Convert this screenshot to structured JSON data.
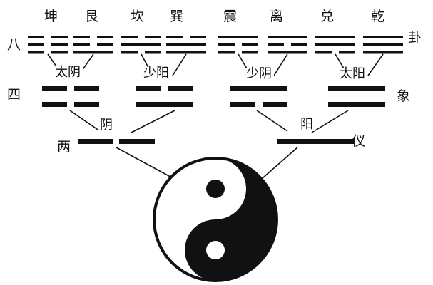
{
  "rows": {
    "bagua_left": "八",
    "bagua_right": "卦",
    "sixiang_left": "四",
    "sixiang_right": "象",
    "liangyi_left": "两",
    "liangyi_right": "仪"
  },
  "bagua": {
    "trigrams": [
      {
        "name": "坤",
        "lines": [
          "yin",
          "yin",
          "yin"
        ]
      },
      {
        "name": "艮",
        "lines": [
          "yang",
          "yin",
          "yin"
        ]
      },
      {
        "name": "坎",
        "lines": [
          "yin",
          "yang",
          "yin"
        ]
      },
      {
        "name": "巽",
        "lines": [
          "yang",
          "yang",
          "yin"
        ]
      },
      {
        "name": "震",
        "lines": [
          "yin",
          "yin",
          "yang"
        ]
      },
      {
        "name": "离",
        "lines": [
          "yang",
          "yin",
          "yang"
        ]
      },
      {
        "name": "兑",
        "lines": [
          "yin",
          "yang",
          "yang"
        ]
      },
      {
        "name": "乾",
        "lines": [
          "yang",
          "yang",
          "yang"
        ]
      }
    ]
  },
  "sixiang": {
    "items": [
      {
        "name": "太阴",
        "lines": [
          "yin",
          "yin"
        ]
      },
      {
        "name": "少阳",
        "lines": [
          "yang",
          "yin"
        ]
      },
      {
        "name": "少阴",
        "lines": [
          "yin",
          "yang"
        ]
      },
      {
        "name": "太阳",
        "lines": [
          "yang",
          "yang"
        ]
      }
    ]
  },
  "liangyi": {
    "items": [
      {
        "name": "阴",
        "lines": [
          "yin"
        ]
      },
      {
        "name": "阳",
        "lines": [
          "yang"
        ]
      }
    ]
  },
  "colors": {
    "ink": "#111111",
    "background": "#ffffff"
  }
}
